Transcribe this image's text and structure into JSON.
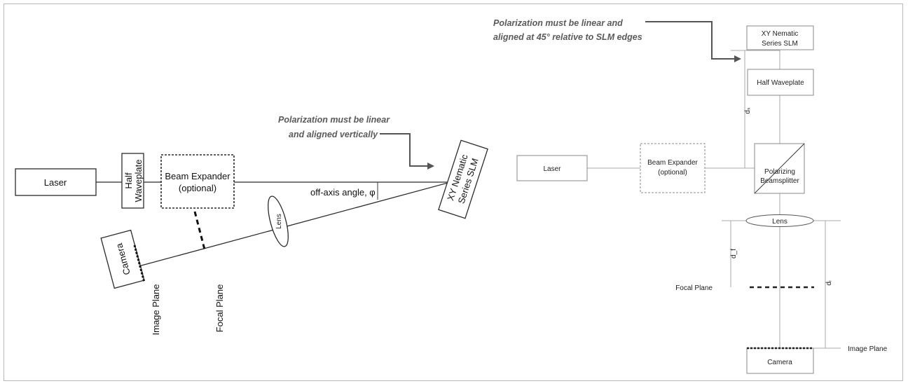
{
  "left_diagram": {
    "laser": "Laser",
    "half_waveplate": [
      "Half",
      "Waveplate"
    ],
    "beam_expander": [
      "Beam Expander",
      "(optional)"
    ],
    "off_axis_angle": "off-axis angle, φ",
    "lens": "Lens",
    "slm": [
      "XY Nematic",
      "Series SLM"
    ],
    "camera": "Camera",
    "image_plane": "Image Plane",
    "focal_plane": "Focal Plane",
    "note": [
      "Polarization must be linear",
      "and aligned vertically"
    ]
  },
  "right_diagram": {
    "note": [
      "Polarization must be linear and",
      "aligned at 45° relative to SLM edges"
    ],
    "slm": [
      "XY Nematic",
      "Series SLM"
    ],
    "half_waveplate": "Half Waveplate",
    "laser": "Laser",
    "beam_expander": [
      "Beam Expander",
      "(optional)"
    ],
    "beamsplitter": [
      "Polarizing",
      "Beamsplitter"
    ],
    "lens": "Lens",
    "focal_plane": "Focal Plane",
    "image_plane": "Image Plane",
    "camera": "Camera",
    "d_s": "dₛ",
    "d_f": "d_f",
    "d_i": "dᵢ"
  }
}
